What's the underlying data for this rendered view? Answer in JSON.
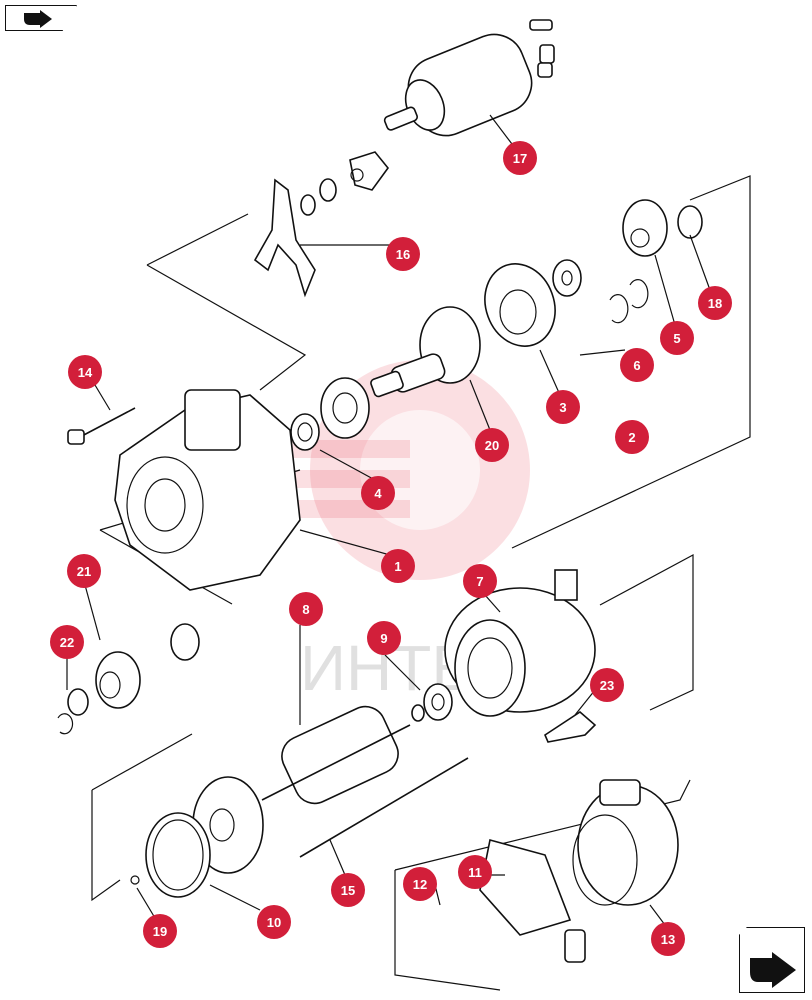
{
  "watermark": {
    "text": "ИНТЕК",
    "color": "#e94b5f"
  },
  "colors": {
    "callout": "#d21f3a",
    "line": "#111111"
  },
  "navigation": {
    "prev_icon": "page-back-arrow-icon",
    "next_icon": "page-forward-arrow-icon"
  },
  "callouts": {
    "c1": "1",
    "c2": "2",
    "c3": "3",
    "c4": "4",
    "c5": "5",
    "c6": "6",
    "c7": "7",
    "c8": "8",
    "c9": "9",
    "c10": "10",
    "c11": "11",
    "c12": "12",
    "c13": "13",
    "c14": "14",
    "c15": "15",
    "c16": "16",
    "c17": "17",
    "c18": "18",
    "c19": "19",
    "c20": "20",
    "c21": "21",
    "c22": "22",
    "c23": "23"
  }
}
